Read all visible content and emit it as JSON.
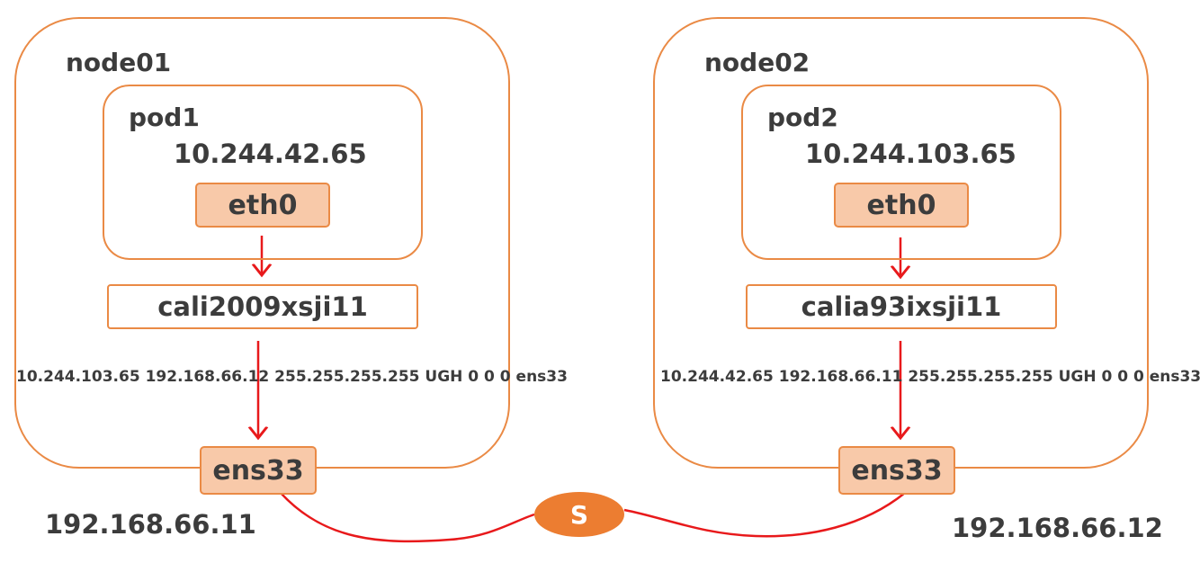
{
  "nodes": [
    {
      "name": "node01",
      "pod": {
        "name": "pod1",
        "ip": "10.244.42.65",
        "iface": "eth0"
      },
      "veth": "cali2009xsji11",
      "route": "10.244.103.65 192.168.66.12 255.255.255.255 UGH 0 0  0 ens33",
      "nic": "ens33",
      "host_ip": "192.168.66.11"
    },
    {
      "name": "node02",
      "pod": {
        "name": "pod2",
        "ip": "10.244.103.65",
        "iface": "eth0"
      },
      "veth": "calia93ixsji11",
      "route": "10.244.42.65 192.168.66.11 255.255.255.255 UGH 0 0  0 ens33",
      "nic": "ens33",
      "host_ip": "192.168.66.12"
    }
  ],
  "switch": {
    "label": "S"
  },
  "colors": {
    "box_border": "#ea8a45",
    "iface_fill": "#f8c9a9",
    "arrow": "#e8191b",
    "switch_fill": "#ec7d31",
    "text": "#3c3c3c"
  }
}
